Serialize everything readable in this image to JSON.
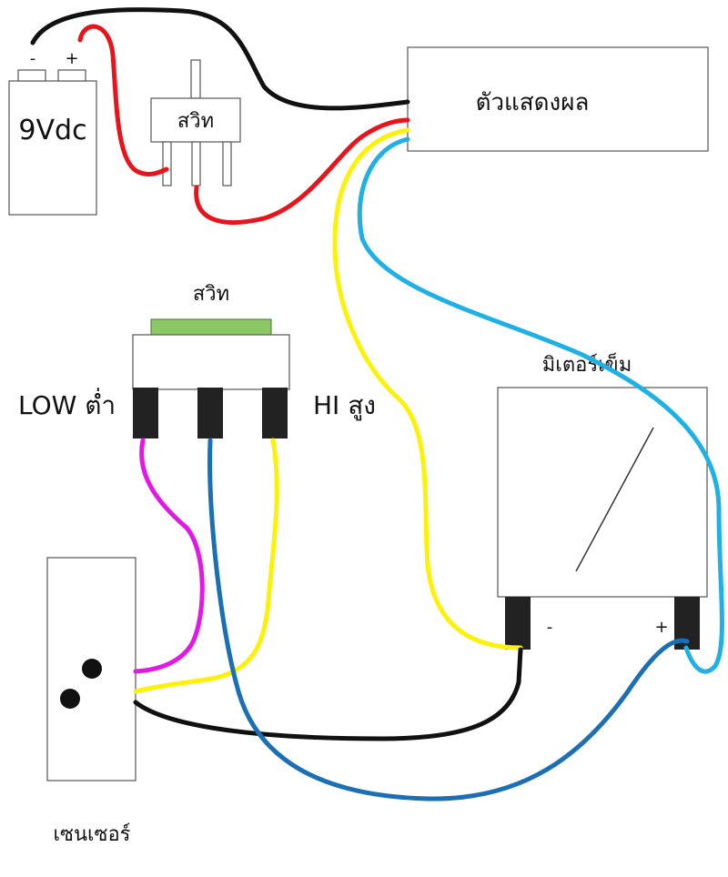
{
  "battery": {
    "label": "9Vdc",
    "neg": "-",
    "pos": "+"
  },
  "top_switch": {
    "label": "สวิท"
  },
  "display": {
    "label": "ตัวแสดงผล"
  },
  "selector_switch": {
    "title": "สวิท",
    "low_label": "LOW ต่ำ",
    "hi_label": "HI สูง"
  },
  "meter": {
    "title": "มิเตอร์เข็ม",
    "neg": "-",
    "pos": "+"
  },
  "sensor": {
    "label": "เซนเซอร์"
  },
  "colors": {
    "black": "#111111",
    "red": "#e8141b",
    "yellow": "#fbf207",
    "light_blue": "#1fb1e6",
    "dark_blue": "#1a6fb5",
    "magenta": "#e317e6",
    "switch_green": "#8cc766"
  }
}
